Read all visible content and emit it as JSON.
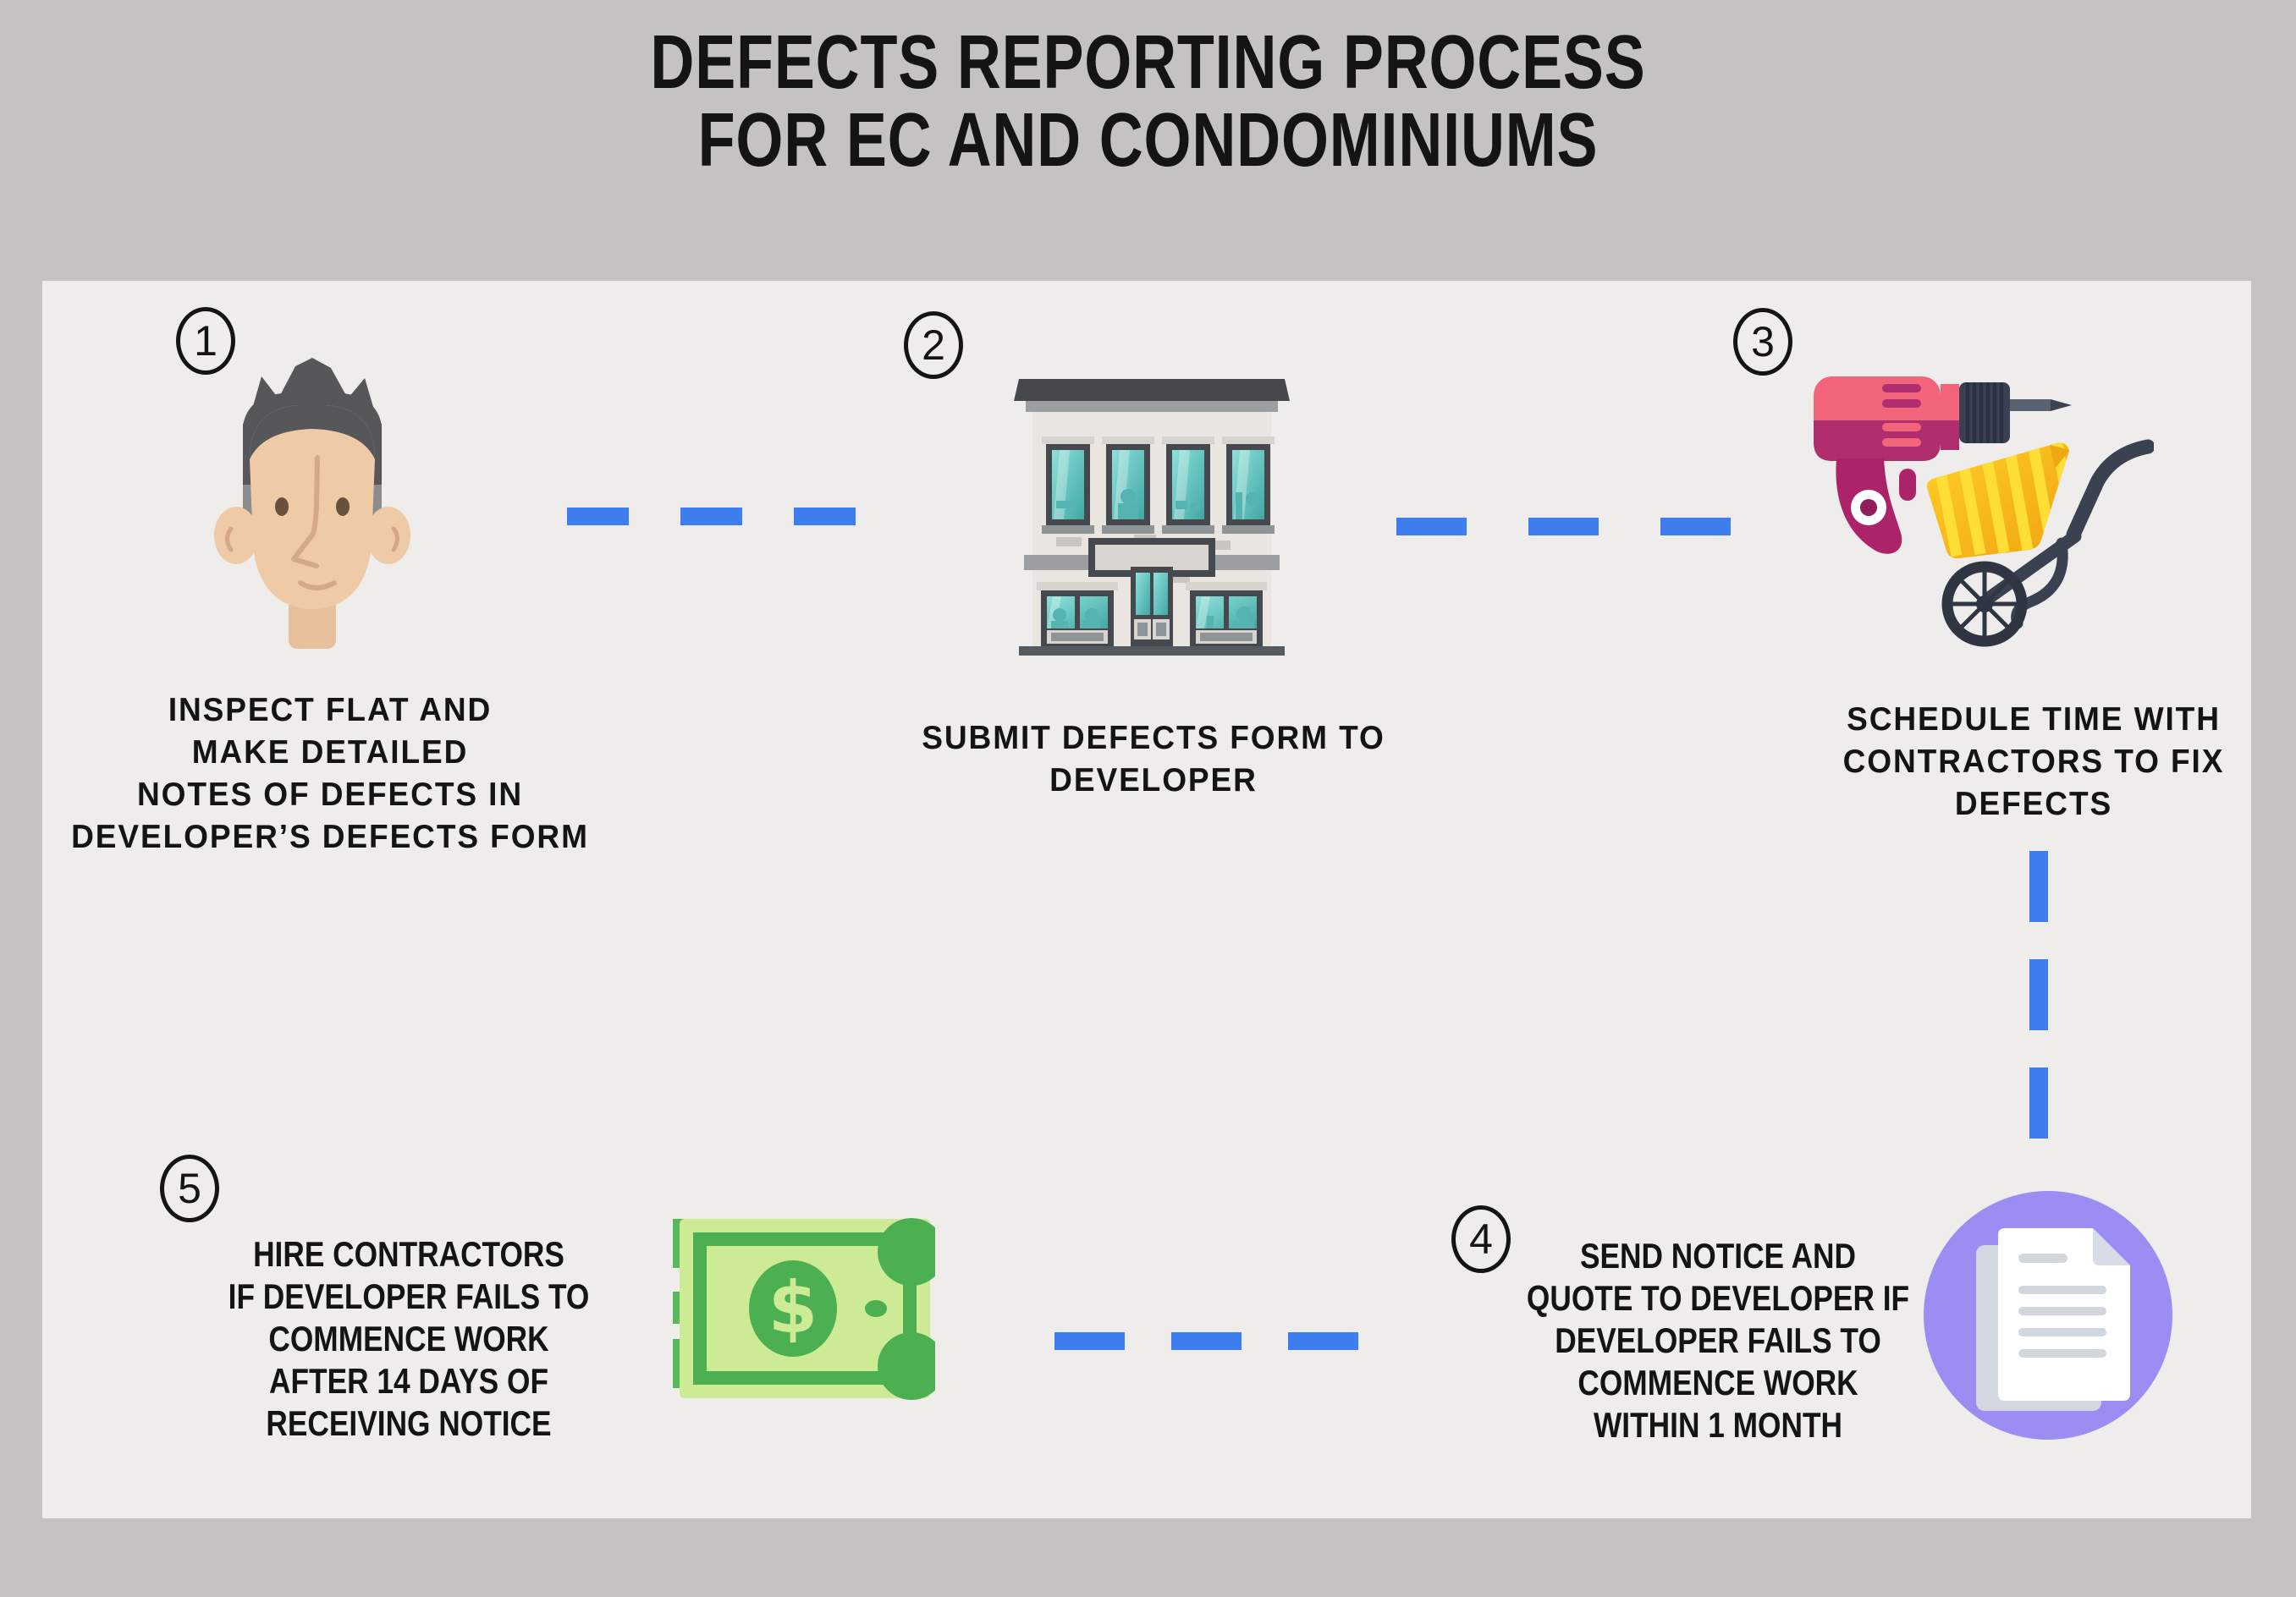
{
  "title": {
    "line1": "DEFECTS REPORTING PROCESS",
    "line2": "FOR EC AND CONDOMINIUMS"
  },
  "steps": [
    {
      "number": "1",
      "icon": "man-face-icon",
      "caption": "INSPECT FLAT AND\nMAKE DETAILED\nNOTES OF DEFECTS IN\nDEVELOPER’S DEFECTS FORM"
    },
    {
      "number": "2",
      "icon": "building-icon",
      "caption": "SUBMIT DEFECTS FORM TO\nDEVELOPER"
    },
    {
      "number": "3",
      "icon": "drill-wheelbarrow-icon",
      "caption": "SCHEDULE TIME WITH\nCONTRACTORS TO FIX\nDEFECTS"
    },
    {
      "number": "4",
      "icon": "documents-icon",
      "caption": "SEND NOTICE AND\nQUOTE TO DEVELOPER IF\nDEVELOPER FAILS TO\nCOMMENCE WORK\nWITHIN 1 MONTH"
    },
    {
      "number": "5",
      "icon": "money-icon",
      "caption": "HIRE CONTRACTORS\nIF DEVELOPER FAILS TO\nCOMMENCE WORK\nAFTER 14 DAYS OF\nRECEIVING NOTICE"
    }
  ],
  "colors": {
    "page_bg": "#c5c3c1",
    "panel_bg": "#eeedeb",
    "text": "#141414",
    "accent_blue": "#3d7ded",
    "purple": "#9b8df2",
    "hair_gray": "#57575a",
    "skin": "#efcaa7",
    "teal_glass": "#5fc8c2",
    "building_gray": "#45494e",
    "drill_pink": "#f2647a",
    "drill_magenta": "#ab2369",
    "barrow_yellow": "#ffc41c",
    "slate": "#3a4150",
    "money_light_green": "#cdeb95",
    "money_dark_green": "#4cb053",
    "paper_gray": "#d3d7e0"
  }
}
